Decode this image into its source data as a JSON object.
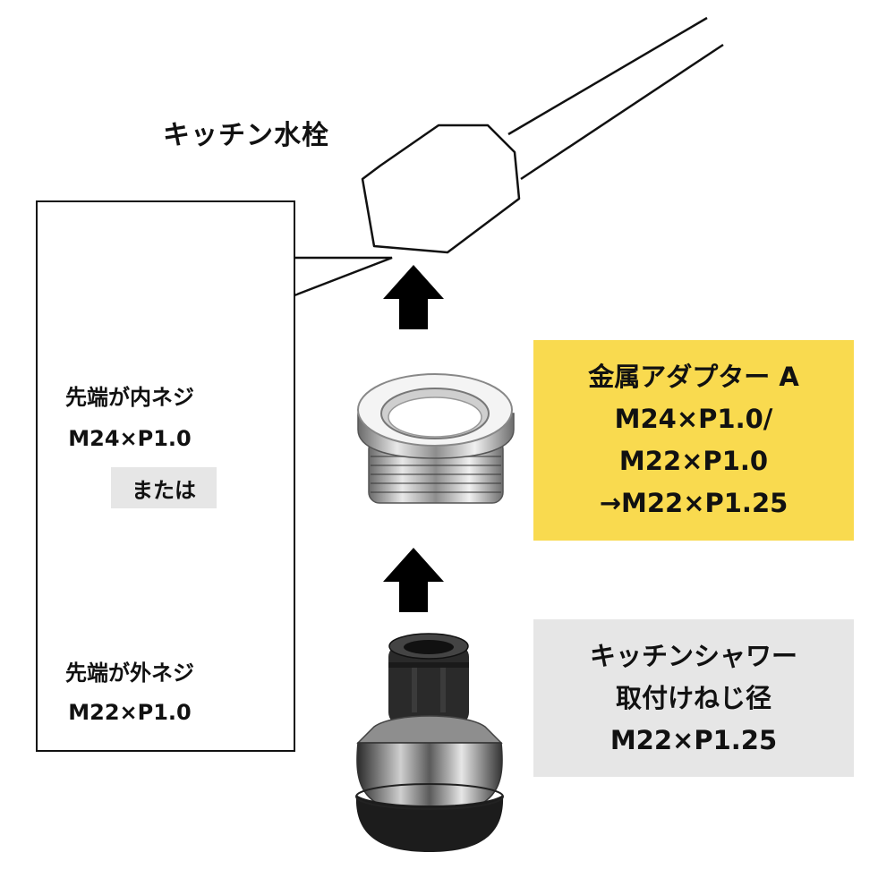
{
  "diagram": {
    "faucet_label": "キッチン水栓",
    "inner_thread": {
      "label": "先端が内ネジ",
      "spec": "M24×P1.0"
    },
    "or_label": "または",
    "outer_thread": {
      "label": "先端が外ネジ",
      "spec": "M22×P1.0"
    },
    "adapter": {
      "lines": [
        "金属アダプター A",
        "M24×P1.0/",
        "M22×P1.0",
        "→M22×P1.25"
      ]
    },
    "shower": {
      "lines": [
        "キッチンシャワー",
        "取付けねじ径",
        "M22×P1.25"
      ]
    },
    "colors": {
      "adapter_box": "#f9da4f",
      "shower_box": "#e6e6e6",
      "or_badge": "#e6e6e6",
      "arrow": "#000000"
    }
  }
}
